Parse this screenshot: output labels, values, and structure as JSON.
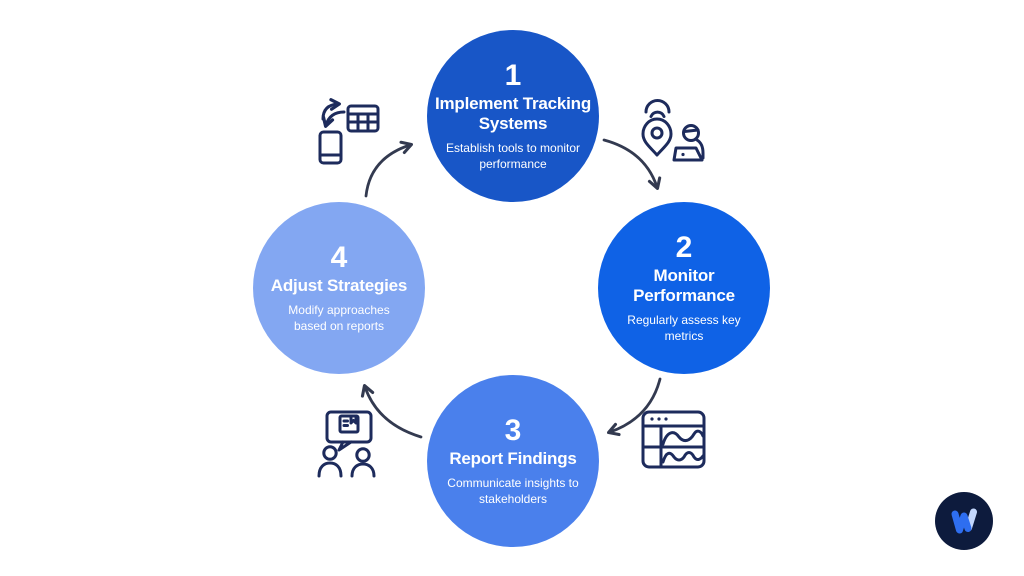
{
  "page": {
    "background": "#FFFFFF"
  },
  "diagram": {
    "type": "cycle",
    "steps": [
      {
        "number": "1",
        "title": "Implement Tracking Systems",
        "subtitle": "Establish tools to monitor performance",
        "color": "#1856C7"
      },
      {
        "number": "2",
        "title": "Monitor Performance",
        "subtitle": "Regularly assess key metrics",
        "color": "#0F62E6"
      },
      {
        "number": "3",
        "title": "Report Findings",
        "subtitle": "Communicate insights to stakeholders",
        "color": "#4A80EC"
      },
      {
        "number": "4",
        "title": "Adjust Strategies",
        "subtitle": "Modify approaches based on reports",
        "color": "#83A7F2"
      }
    ],
    "icons": {
      "color": "#1D2B5C",
      "top_left": "device-sync-icon",
      "top_right": "location-tracking-icon",
      "bottom_right": "analytics-window-icon",
      "bottom_left": "presentation-discussion-icon"
    },
    "arrows": {
      "color": "#333A50",
      "count": 4,
      "direction": "clockwise"
    },
    "logo": {
      "name": "brand-logo-w",
      "background": "#0D1B3D",
      "w_primary": "#2E6EF0",
      "w_secondary": "#C3D7FD"
    }
  }
}
